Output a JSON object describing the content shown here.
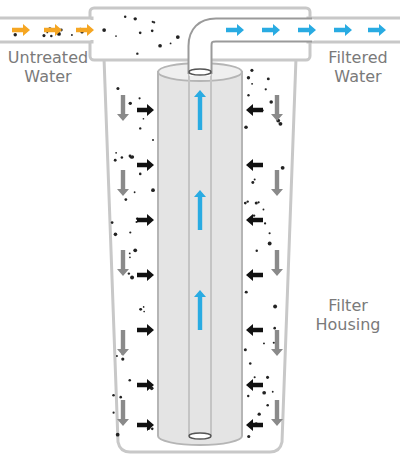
{
  "diagram": {
    "labels": [
      "Untreated Water",
      "Filtered Water",
      "Filter Housing"
    ]
  }
}
